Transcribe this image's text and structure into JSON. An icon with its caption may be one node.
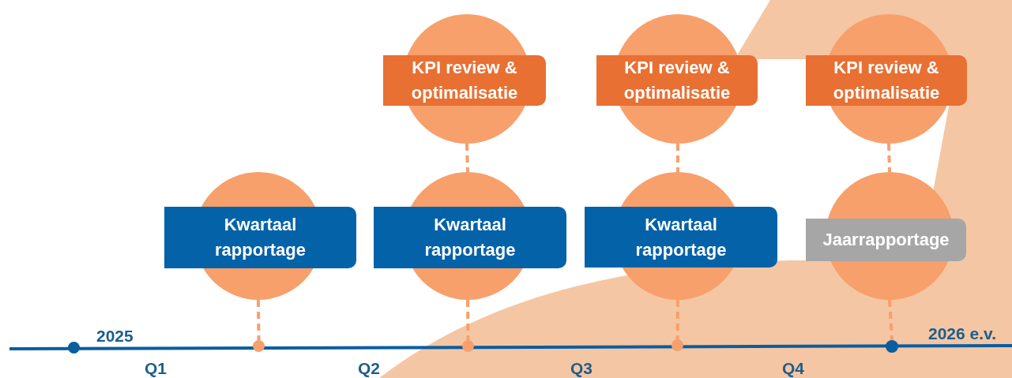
{
  "diagram": {
    "nodes": [
      {
        "text": [],
        "shape": "circle"
      },
      {
        "text": [
          "KPI review & optimalisatie"
        ]
      },
      {
        "text": [],
        "shape": "circle"
      },
      {
        "text": [
          "KPI review & optimalisatie"
        ]
      },
      {
        "text": [],
        "shape": "circle"
      },
      {
        "text": [
          "KPI review & optimalisatie"
        ]
      },
      {
        "text": [],
        "shape": "circle"
      },
      {
        "text": [
          "Kwartaal rapportage"
        ]
      },
      {
        "text": [],
        "shape": "circle"
      },
      {
        "text": [
          "Kwartaal rapportage"
        ]
      },
      {
        "text": [],
        "shape": "circle"
      },
      {
        "text": [
          "Kwartaal rapportage"
        ]
      },
      {
        "text": [],
        "shape": "circle"
      },
      {
        "text": [
          "Jaarrapportage"
        ]
      },
      {
        "text": [],
        "shape": "circle"
      },
      {
        "text": [],
        "shape": "circle"
      },
      {
        "text": [],
        "shape": "circle"
      },
      {
        "text": [],
        "shape": "circle"
      },
      {
        "text": [],
        "shape": "circle"
      }
    ],
    "edges": [
      {
        "from": 0,
        "to": 8,
        "arrow": "none",
        "style": "dashed"
      },
      {
        "from": 2,
        "to": 10,
        "arrow": "none",
        "style": "dashed"
      },
      {
        "from": 4,
        "to": 12,
        "arrow": "none",
        "style": "dashed"
      },
      {
        "from": 6,
        "to": 15,
        "arrow": "none",
        "style": "dashed"
      },
      {
        "from": 8,
        "to": 16,
        "arrow": "none",
        "style": "dashed"
      },
      {
        "from": 10,
        "to": 17,
        "arrow": "none",
        "style": "dashed"
      },
      {
        "from": 12,
        "to": 18,
        "arrow": "none",
        "style": "dashed"
      }
    ],
    "labels": [
      "2025",
      "2026 e.v.",
      "Q1",
      "Q2",
      "Q3",
      "Q4"
    ]
  }
}
